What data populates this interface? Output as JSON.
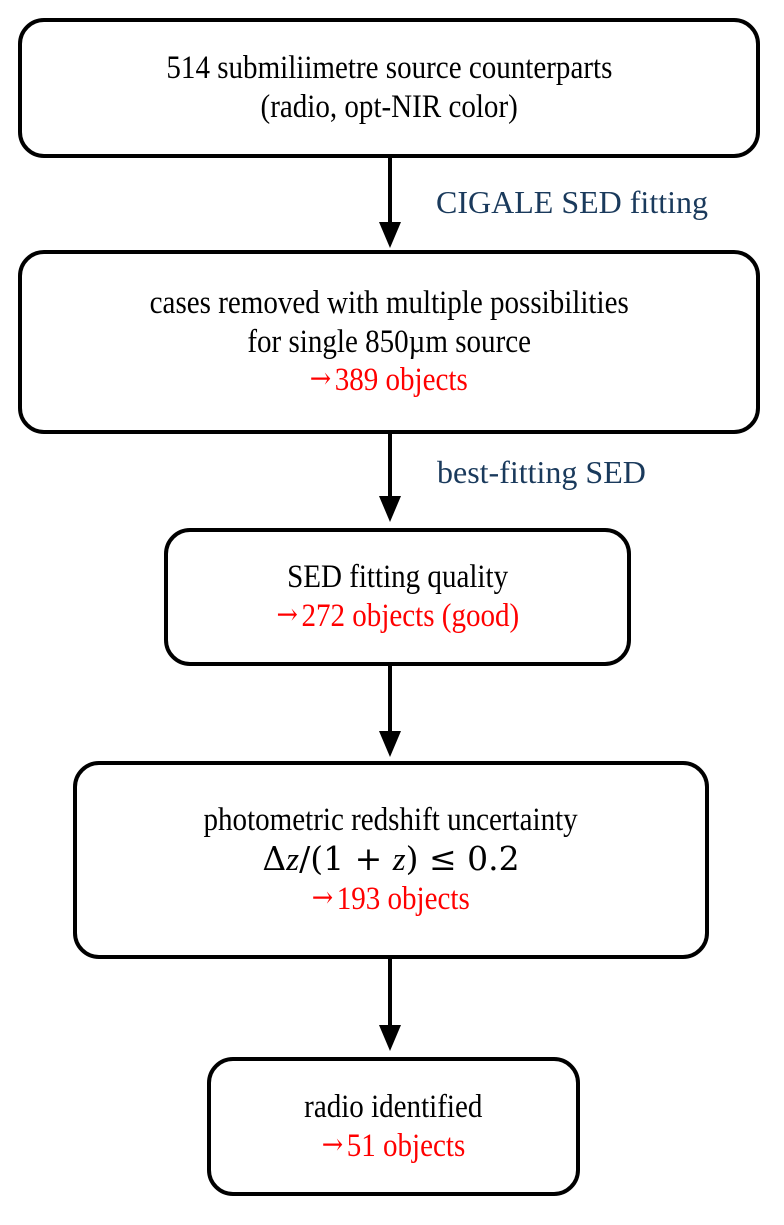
{
  "diagram": {
    "title": "Submillimetre source counterpart selection flowchart",
    "colors": {
      "box_border": "#000000",
      "background": "#ffffff",
      "text": "#000000",
      "count_red": "#ff0000",
      "edge_label_blue": "#1a3a5c"
    },
    "nodes": [
      {
        "id": "node-1",
        "name": "initial-sample",
        "lines": [
          "514 submiliimetre source counterparts",
          "(radio, opt-NIR color)"
        ],
        "count": null
      },
      {
        "id": "node-2",
        "name": "multiplicity-cut",
        "lines": [
          "cases removed with multiple possibilities",
          "for single 850µm source"
        ],
        "count": "389 objects"
      },
      {
        "id": "node-3",
        "name": "sed-fitting-quality",
        "lines": [
          "SED fitting quality"
        ],
        "count": "272 objects (good)"
      },
      {
        "id": "node-4",
        "name": "photoz-uncertainty",
        "lines": [
          "photometric redshift uncertainty"
        ],
        "math": {
          "delta": "Δ",
          "var_z": "z",
          "slash_open": "/(1 + ",
          "var_z2": "z",
          "close_rel": ") ≤ 0.2"
        },
        "count": "193 objects"
      },
      {
        "id": "node-5",
        "name": "radio-identified",
        "lines": [
          "radio identified"
        ],
        "count": "51 objects"
      }
    ],
    "edges": [
      {
        "id": "edge-1",
        "from": "node-1",
        "to": "node-2",
        "label": "CIGALE SED fitting"
      },
      {
        "id": "edge-2",
        "from": "node-2",
        "to": "node-3",
        "label": "best-fitting SED"
      },
      {
        "id": "edge-3",
        "from": "node-3",
        "to": "node-4",
        "label": ""
      },
      {
        "id": "edge-4",
        "from": "node-4",
        "to": "node-5",
        "label": ""
      }
    ],
    "arrow_glyph": "→"
  }
}
